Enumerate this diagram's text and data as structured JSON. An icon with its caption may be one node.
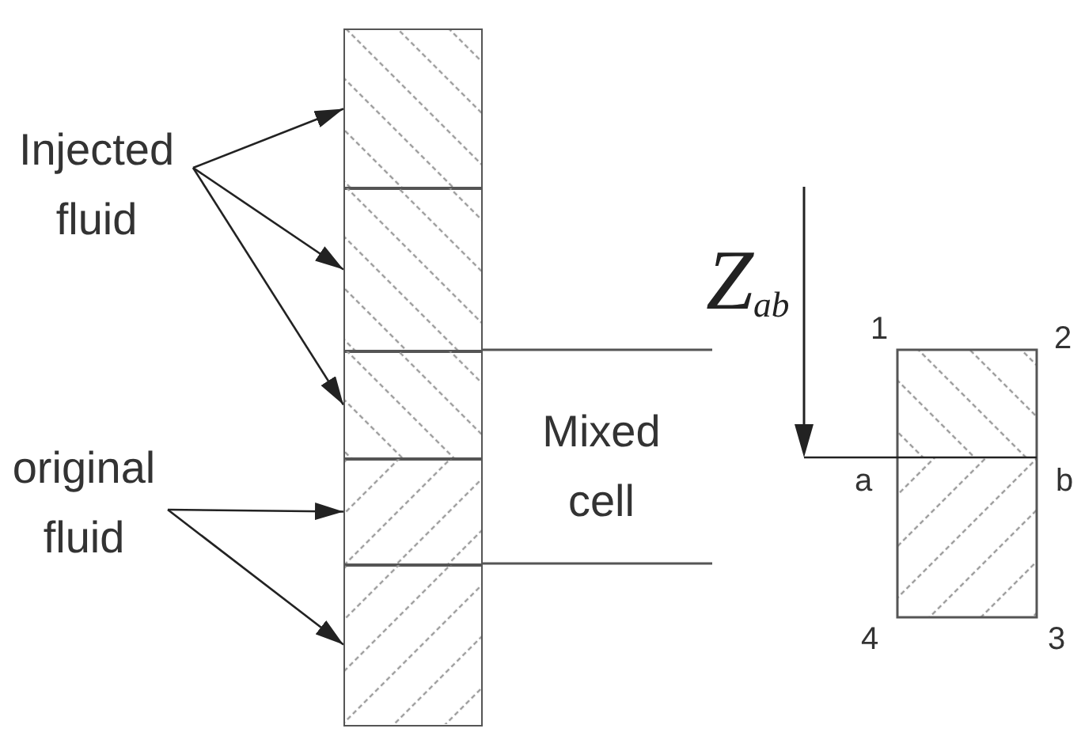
{
  "diagram": {
    "nodes": [
      {
        "text": [
          "Injected fluid"
        ]
      },
      {
        "text": [
          "original fluid"
        ]
      },
      {
        "text": [],
        "shape": "box"
      },
      {
        "text": [],
        "shape": "box"
      },
      {
        "text": [],
        "shape": "box"
      },
      {
        "text": [],
        "shape": "box"
      },
      {
        "text": [],
        "shape": "box"
      }
    ],
    "edges": [
      {
        "from": 0,
        "to": 2,
        "arrow": "to"
      },
      {
        "from": 0,
        "to": 3,
        "arrow": "to"
      },
      {
        "from": 0,
        "to": 4,
        "arrow": "to"
      },
      {
        "from": 1,
        "to": 5,
        "arrow": "to"
      },
      {
        "from": 1,
        "to": 6,
        "arrow": "to"
      }
    ],
    "labels": [
      "Z$_{ab}$",
      "1",
      "2",
      "Mixed cell",
      "a",
      "b",
      "4",
      "3"
    ]
  }
}
